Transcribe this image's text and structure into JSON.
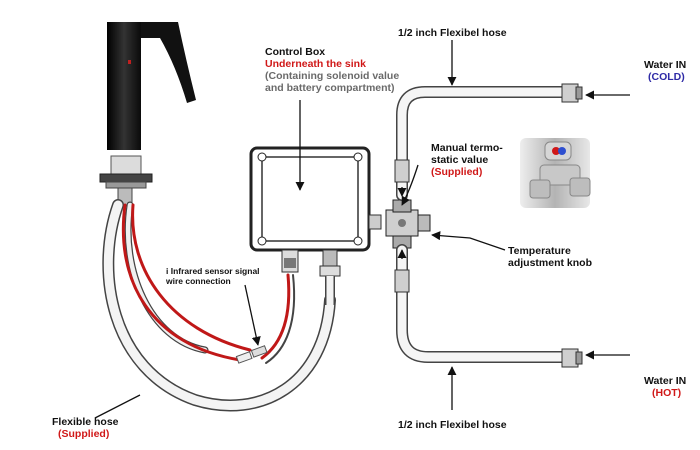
{
  "labels": {
    "control_box_title": "Control Box",
    "control_box_location": "Underneath the sink",
    "control_box_desc_1": "(Containing solenoid value",
    "control_box_desc_2": "and battery compartment)",
    "hose_top": "1/2 inch Flexibel hose",
    "hose_bottom": "1/2 inch Flexibel hose",
    "water_in_cold": "Water IN",
    "cold": "(COLD)",
    "water_in_hot": "Water IN",
    "hot": "(HOT)",
    "manual_valve_1": "Manual termo-",
    "manual_valve_2": "static value",
    "manual_valve_supplied": "(Supplied)",
    "temp_knob_1": "Temperature",
    "temp_knob_2": "adjustment knob",
    "sensor_1": "i Infrared sensor signal",
    "sensor_2": "wire connection",
    "flexible_hose": "Flexible hose",
    "flexible_hose_supplied": "(Supplied)"
  },
  "colors": {
    "cold": "#2e2aa6",
    "hot": "#d01818",
    "accent_red": "#d01818",
    "faucet": "#1a1a1a"
  }
}
